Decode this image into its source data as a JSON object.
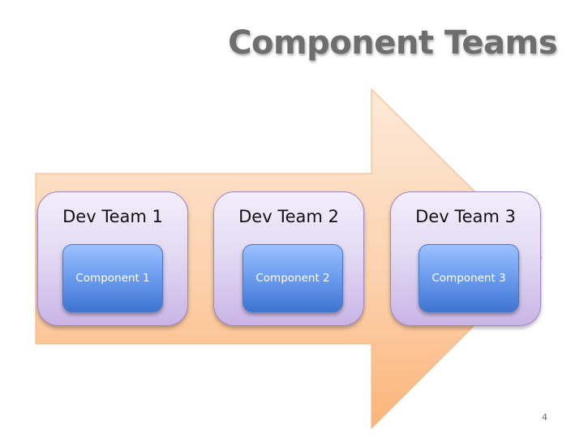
{
  "slide": {
    "title": "Component Teams",
    "page_number": "4",
    "arrow_color": "#fbc08f",
    "teams": [
      {
        "title": "Dev Team 1",
        "component": "Component 1"
      },
      {
        "title": "Dev Team 2",
        "component": "Component 2"
      },
      {
        "title": "Dev Team 3",
        "component": "Component 3"
      }
    ]
  }
}
